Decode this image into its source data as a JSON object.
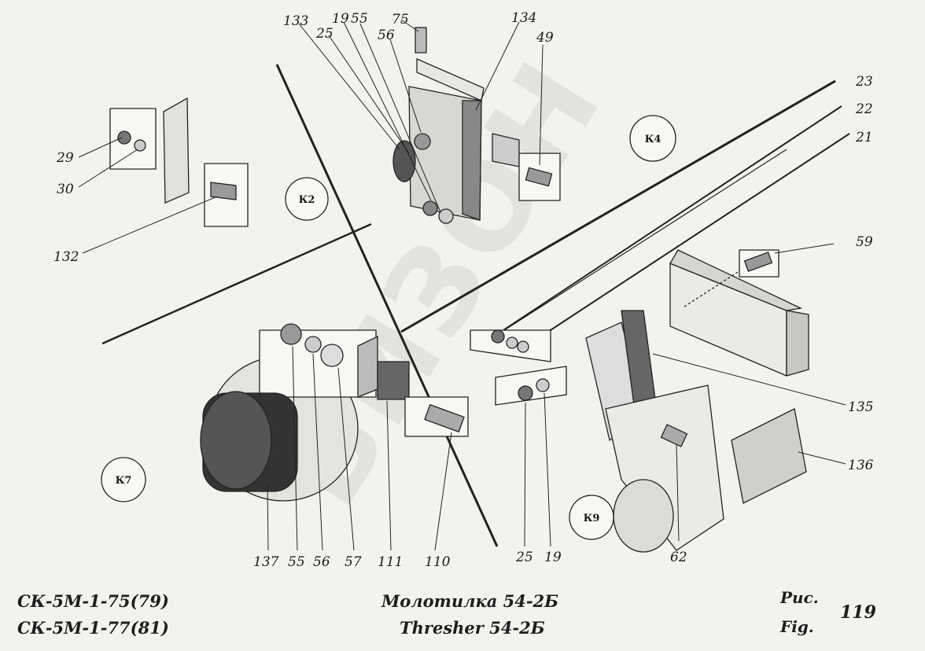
{
  "watermark": "БИЗОН",
  "callouts": [
    {
      "id": "c29",
      "text": "29"
    },
    {
      "id": "c30",
      "text": "30"
    },
    {
      "id": "c132",
      "text": "132"
    },
    {
      "id": "c133",
      "text": "133"
    },
    {
      "id": "c25a",
      "text": "25"
    },
    {
      "id": "c19a",
      "text": "19"
    },
    {
      "id": "c55a",
      "text": "55"
    },
    {
      "id": "c56a",
      "text": "56"
    },
    {
      "id": "c75",
      "text": "75"
    },
    {
      "id": "c134",
      "text": "134"
    },
    {
      "id": "c49",
      "text": "49"
    },
    {
      "id": "c23",
      "text": "23"
    },
    {
      "id": "c22",
      "text": "22"
    },
    {
      "id": "c21",
      "text": "21"
    },
    {
      "id": "c59",
      "text": "59"
    },
    {
      "id": "c135",
      "text": "135"
    },
    {
      "id": "c136",
      "text": "136"
    },
    {
      "id": "c137",
      "text": "137"
    },
    {
      "id": "c55b",
      "text": "55"
    },
    {
      "id": "c56b",
      "text": "56"
    },
    {
      "id": "c57",
      "text": "57"
    },
    {
      "id": "c111",
      "text": "111"
    },
    {
      "id": "c110",
      "text": "110"
    },
    {
      "id": "c25b",
      "text": "25"
    },
    {
      "id": "c19b",
      "text": "19"
    },
    {
      "id": "c62",
      "text": "62"
    }
  ],
  "circles": [
    {
      "id": "k2",
      "text": "К2"
    },
    {
      "id": "k4",
      "text": "К4"
    },
    {
      "id": "k7",
      "text": "К7"
    },
    {
      "id": "k9",
      "text": "К9"
    }
  ],
  "footer": {
    "model_code_1": "СК-5М-1-75(79)",
    "model_code_2": "СК-5М-1-77(81)",
    "title_ru": "Молотилка  54-2Б",
    "title_en": "Thresher  54-2Б",
    "fig_ru": "Рис.",
    "fig_en": "Fig.",
    "fig_number": "119"
  }
}
